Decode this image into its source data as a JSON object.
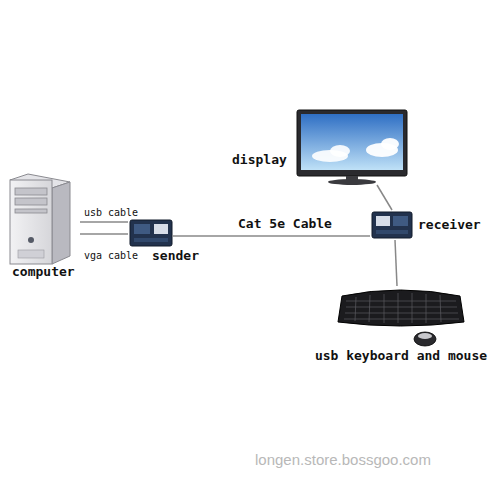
{
  "diagram": {
    "nodes": [
      {
        "text": [
          "computer"
        ]
      },
      {
        "text": [
          "sender"
        ]
      },
      {
        "text": [
          "display"
        ]
      },
      {
        "text": [
          "receiver"
        ]
      },
      {
        "text": [
          "usb keyboard and mouse"
        ]
      }
    ],
    "edges": [
      {
        "from": 0,
        "to": 1,
        "label": "usb cable",
        "arrow": "none"
      },
      {
        "from": 0,
        "to": 1,
        "label": "vga cable",
        "arrow": "none"
      },
      {
        "from": 1,
        "to": 3,
        "label": "Cat 5e Cable",
        "arrow": "none"
      },
      {
        "from": 3,
        "to": 2,
        "arrow": "none"
      },
      {
        "from": 3,
        "to": 4,
        "arrow": "none"
      }
    ],
    "labels": [
      "longen.store.bossgoo.com"
    ]
  }
}
